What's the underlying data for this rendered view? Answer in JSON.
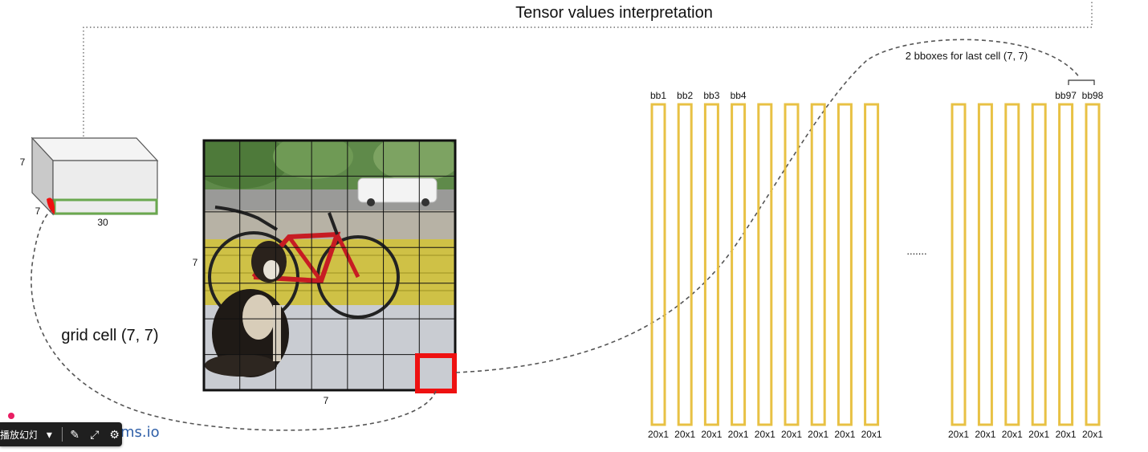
{
  "title": "Tensor values interpretation",
  "tensor": {
    "depth_label": "7",
    "height_label": "7",
    "width_label": "30"
  },
  "image_grid": {
    "side_label": "7",
    "bottom_label": "7",
    "rows": 7,
    "cols": 7
  },
  "grid_cell_label": "grid cell (7, 7)",
  "bbox_note": "2 bboxes for last cell (7, 7)",
  "ellipsis": ".......",
  "bars_left": [
    {
      "top": "bb1",
      "bottom": "20x1"
    },
    {
      "top": "bb2",
      "bottom": "20x1"
    },
    {
      "top": "bb3",
      "bottom": "20x1"
    },
    {
      "top": "bb4",
      "bottom": "20x1"
    },
    {
      "top": "",
      "bottom": "20x1"
    },
    {
      "top": "",
      "bottom": "20x1"
    },
    {
      "top": "",
      "bottom": "20x1"
    },
    {
      "top": "",
      "bottom": "20x1"
    },
    {
      "top": "",
      "bottom": "20x1"
    }
  ],
  "bars_right": [
    {
      "top": "",
      "bottom": "20x1"
    },
    {
      "top": "",
      "bottom": "20x1"
    },
    {
      "top": "",
      "bottom": "20x1"
    },
    {
      "top": "",
      "bottom": "20x1"
    },
    {
      "top": "bb97",
      "bottom": "20x1"
    },
    {
      "top": "bb98",
      "bottom": "20x1"
    }
  ],
  "colors": {
    "bar": "#e8c144",
    "highlight": "#ee1111",
    "tensor_slice": "#6aa84f"
  },
  "toolbar": {
    "label": "播放幻灯片",
    "dropdown_icon": "caret-down-icon",
    "edit_icon": "pencil-icon",
    "fullscreen_icon": "expand-icon",
    "settings_icon": "gear-icon"
  },
  "watermark": "ms.io"
}
